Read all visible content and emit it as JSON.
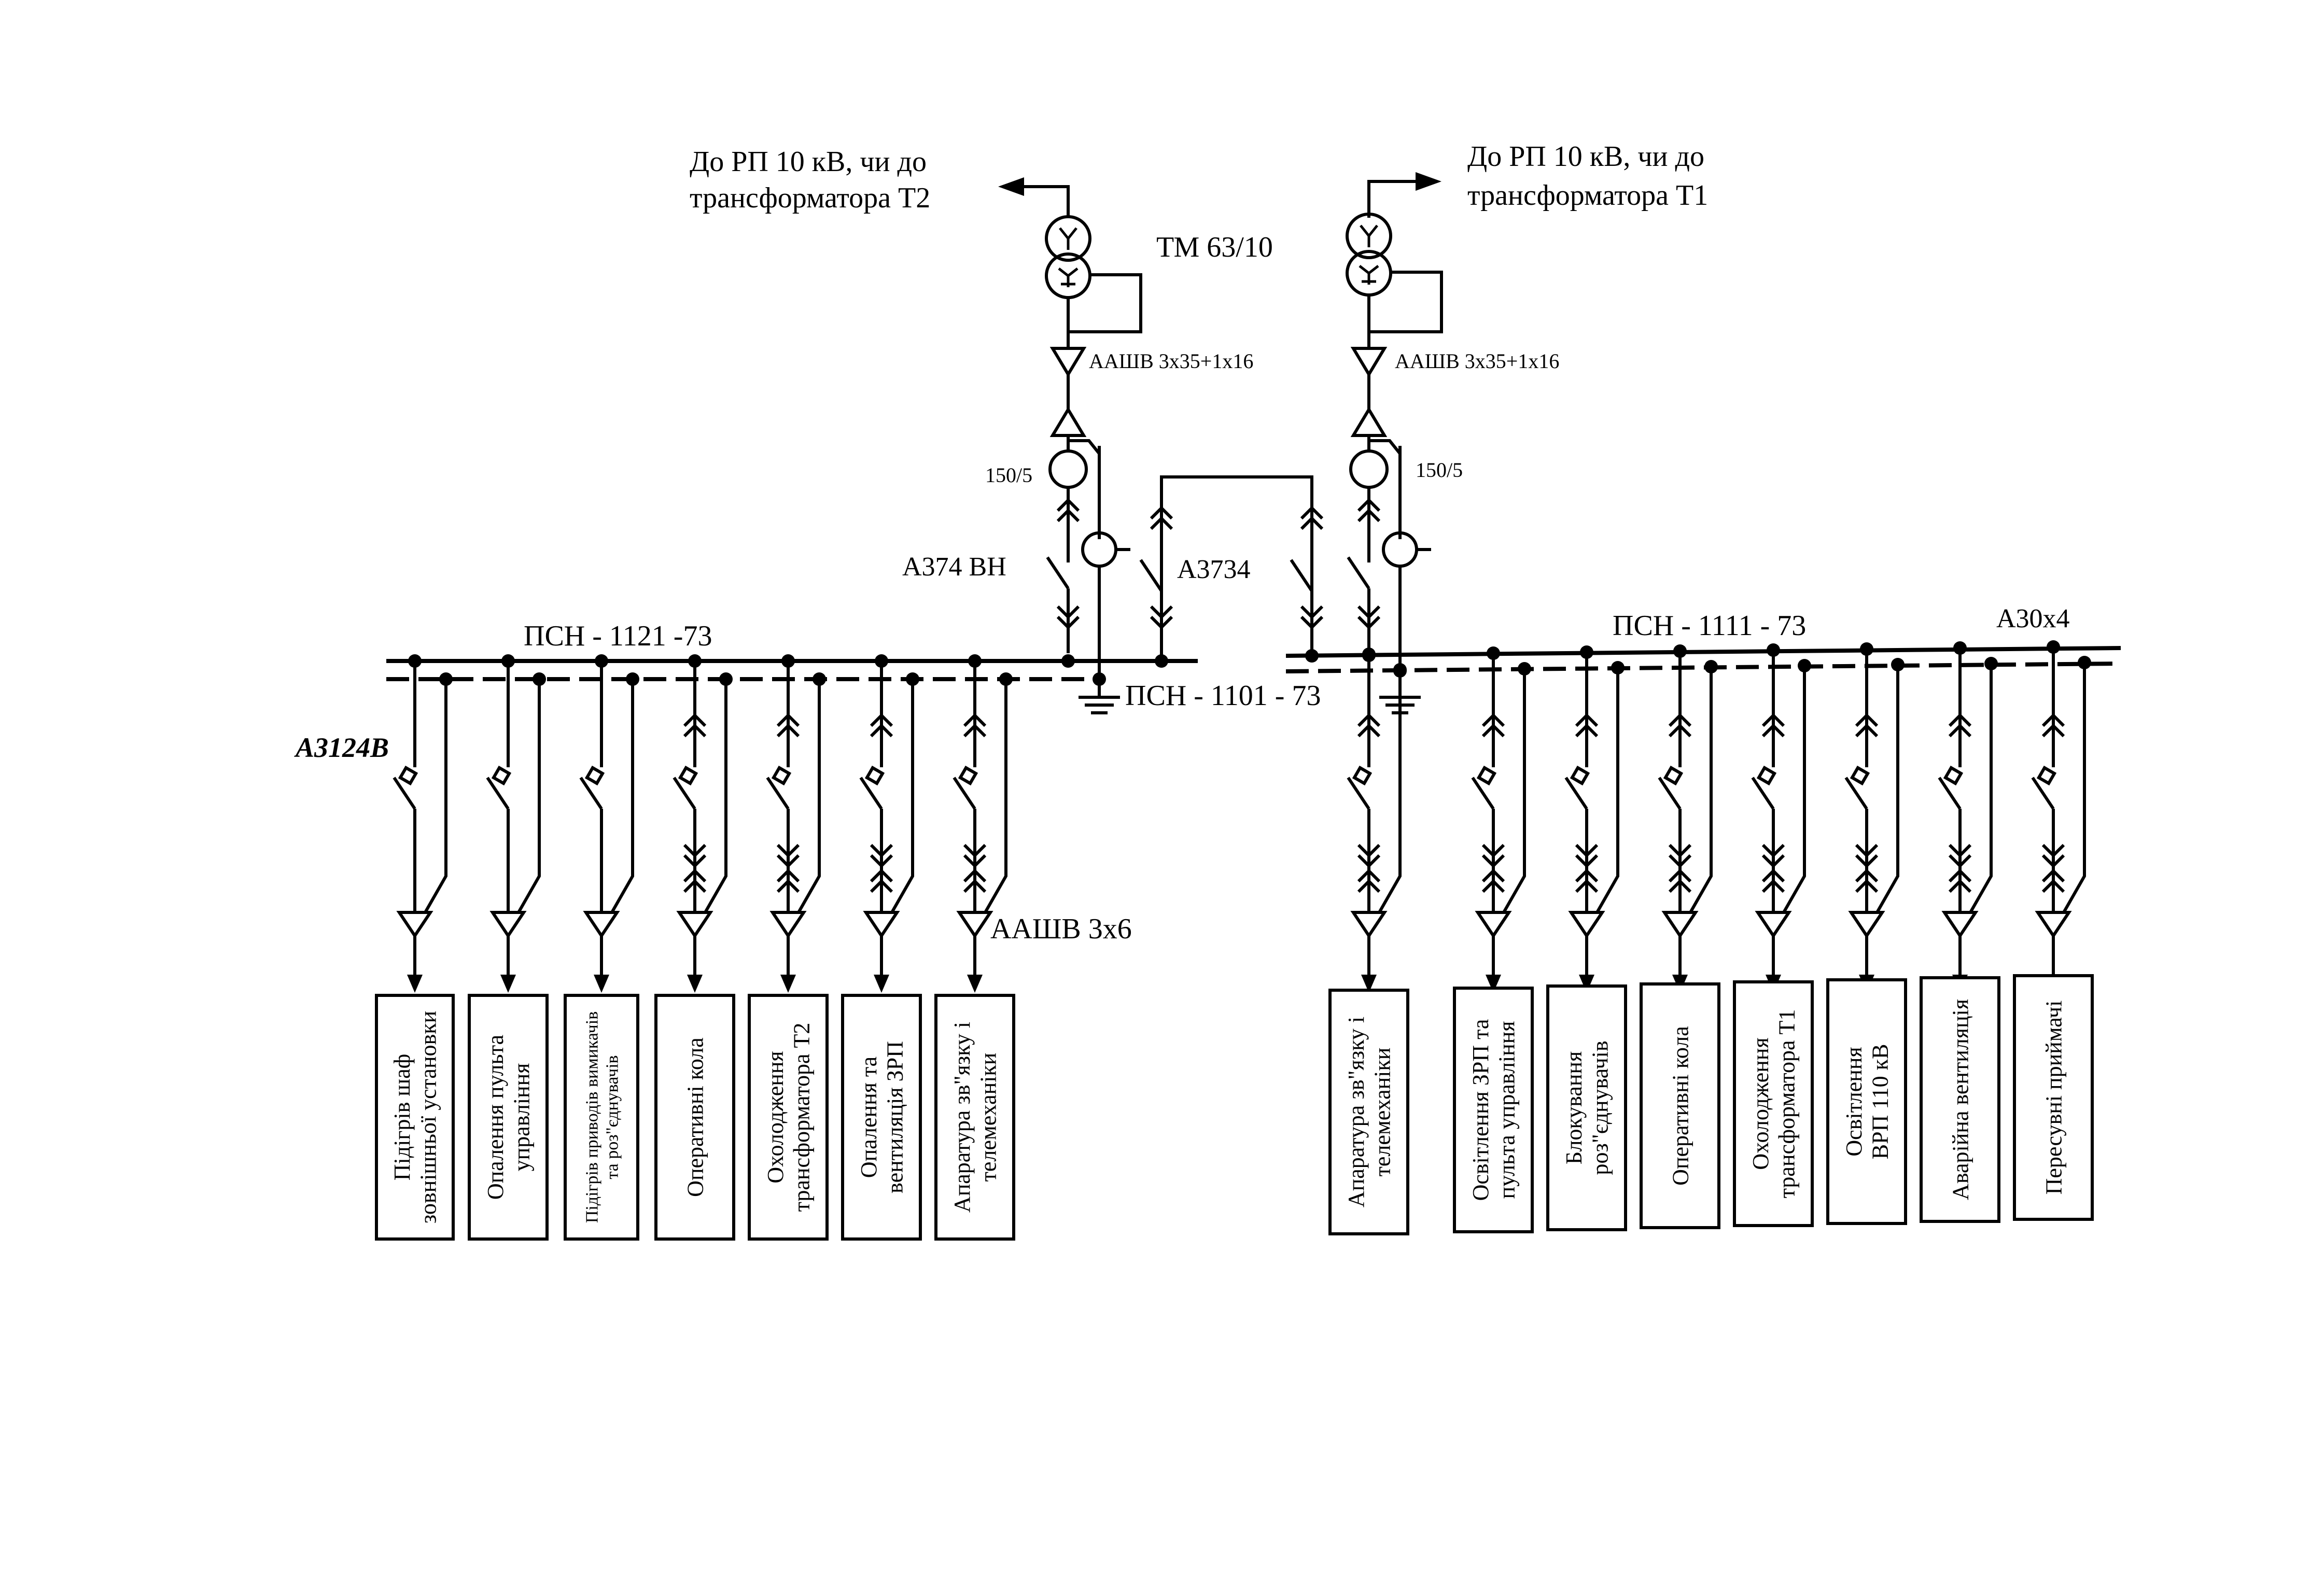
{
  "left_source": {
    "line1": "До РП 10 кВ, чи до",
    "line2": "трансформатора Т2"
  },
  "right_source": {
    "line1": "До РП 10 кВ, чи до",
    "line2": "трансформатора Т1"
  },
  "transformer": "ТМ  63/10",
  "cable_left": "ААШВ 3х35+1х16",
  "cable_right": "ААШВ 3х35+1х16",
  "ct_left": "150/5",
  "ct_right": "150/5",
  "breaker_left": "А374 ВН",
  "breaker_tie": "А3734",
  "breaker_feeder": "А3124В",
  "breaker_right": "А30х4",
  "bus_left": "ПСН - 1121 -73",
  "bus_right": "ПСН - 1111 - 73",
  "bus_tie": "ПСН - 1101 - 73",
  "feeder_cable": "ААШВ 3х6",
  "loads_left": [
    [
      "Підігрів шаф",
      "зовнішньої установки"
    ],
    [
      "Опалення пульта",
      "управління"
    ],
    [
      "Підігрів приводів вимикачів",
      "та роз\"єднувачів"
    ],
    [
      "Оперативні кола"
    ],
    [
      "Охолодження",
      "трансформатора Т2"
    ],
    [
      "Опалення та",
      "вентиляція ЗРП"
    ],
    [
      "Апаратура зв\"язку і",
      "телемеханіки"
    ]
  ],
  "loads_right": [
    [
      "Апаратура зв\"язку і",
      "телемеханіки"
    ],
    [
      "Освітлення ЗРП та",
      "пульта управління"
    ],
    [
      "Блокування",
      "роз\"єднувачів"
    ],
    [
      "Оперативні кола"
    ],
    [
      "Охолодження",
      "трансформатора Т1"
    ],
    [
      "Освітлення",
      "ВРП 110 кВ"
    ],
    [
      "Аварійна вентиляція"
    ],
    [
      "Пересувні приймачі"
    ]
  ]
}
